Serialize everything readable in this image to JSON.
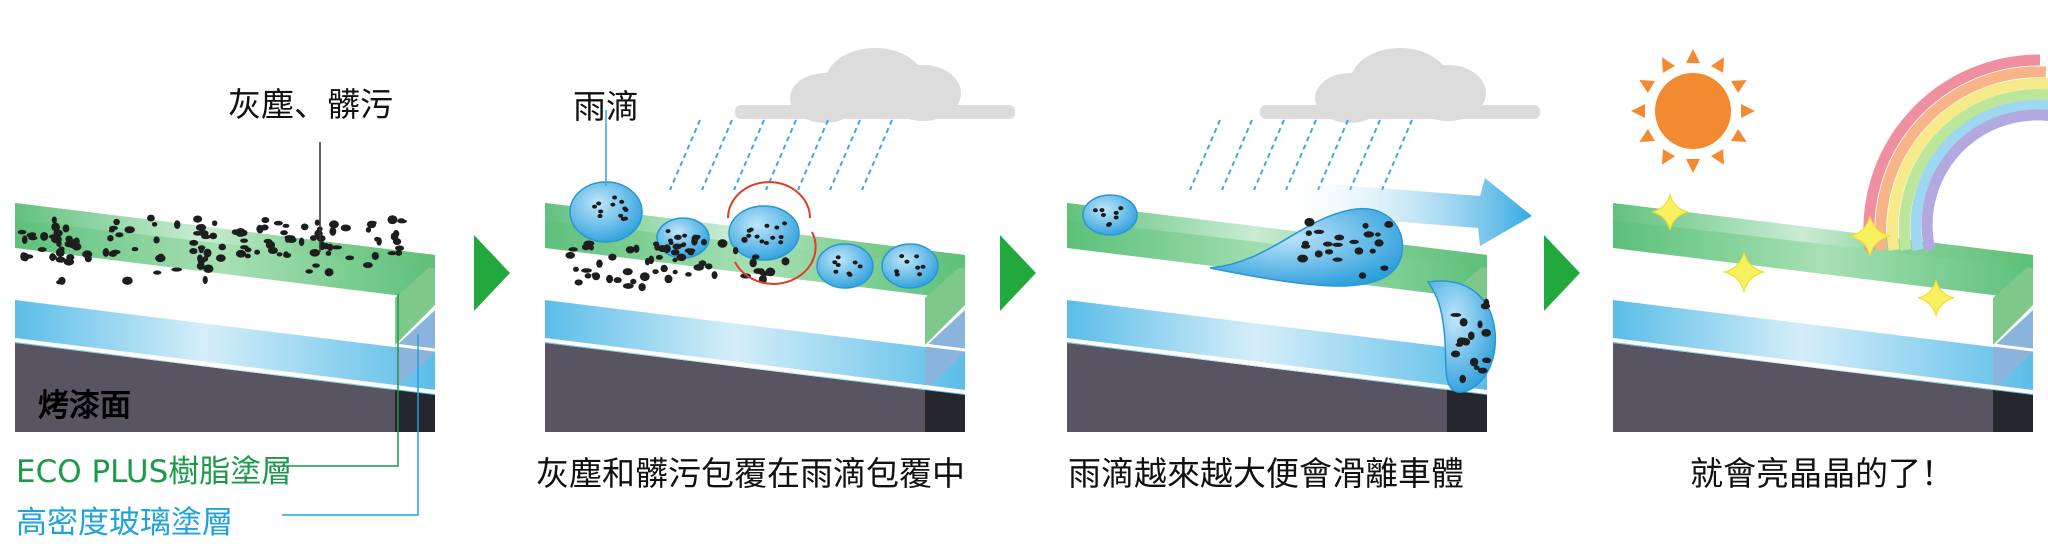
{
  "labels": {
    "dust": "灰塵、髒污",
    "raindrop": "雨滴",
    "paint": "烤漆面",
    "eco_plus": "ECO PLUS樹脂塗層",
    "glass": "高密度玻璃塗層"
  },
  "captions": {
    "step1": "灰塵和髒污包覆在雨滴包覆中",
    "step2": "雨滴越來越大便會滑離車體",
    "step3": "就會亮晶晶的了！"
  },
  "colors": {
    "resin_green": "#6cc984",
    "glass_blue": "#66c4ea",
    "paint_dark": "#585462",
    "arrow_green": "#22a83c",
    "eco_text": "#1a9a4a",
    "glass_text": "#1fa3da",
    "sun_orange": "#f28a30"
  },
  "icons": [
    "cloud-icon",
    "rain-icon",
    "sun-icon",
    "rainbow-icon",
    "sparkle-icon",
    "arrow-right-icon"
  ]
}
